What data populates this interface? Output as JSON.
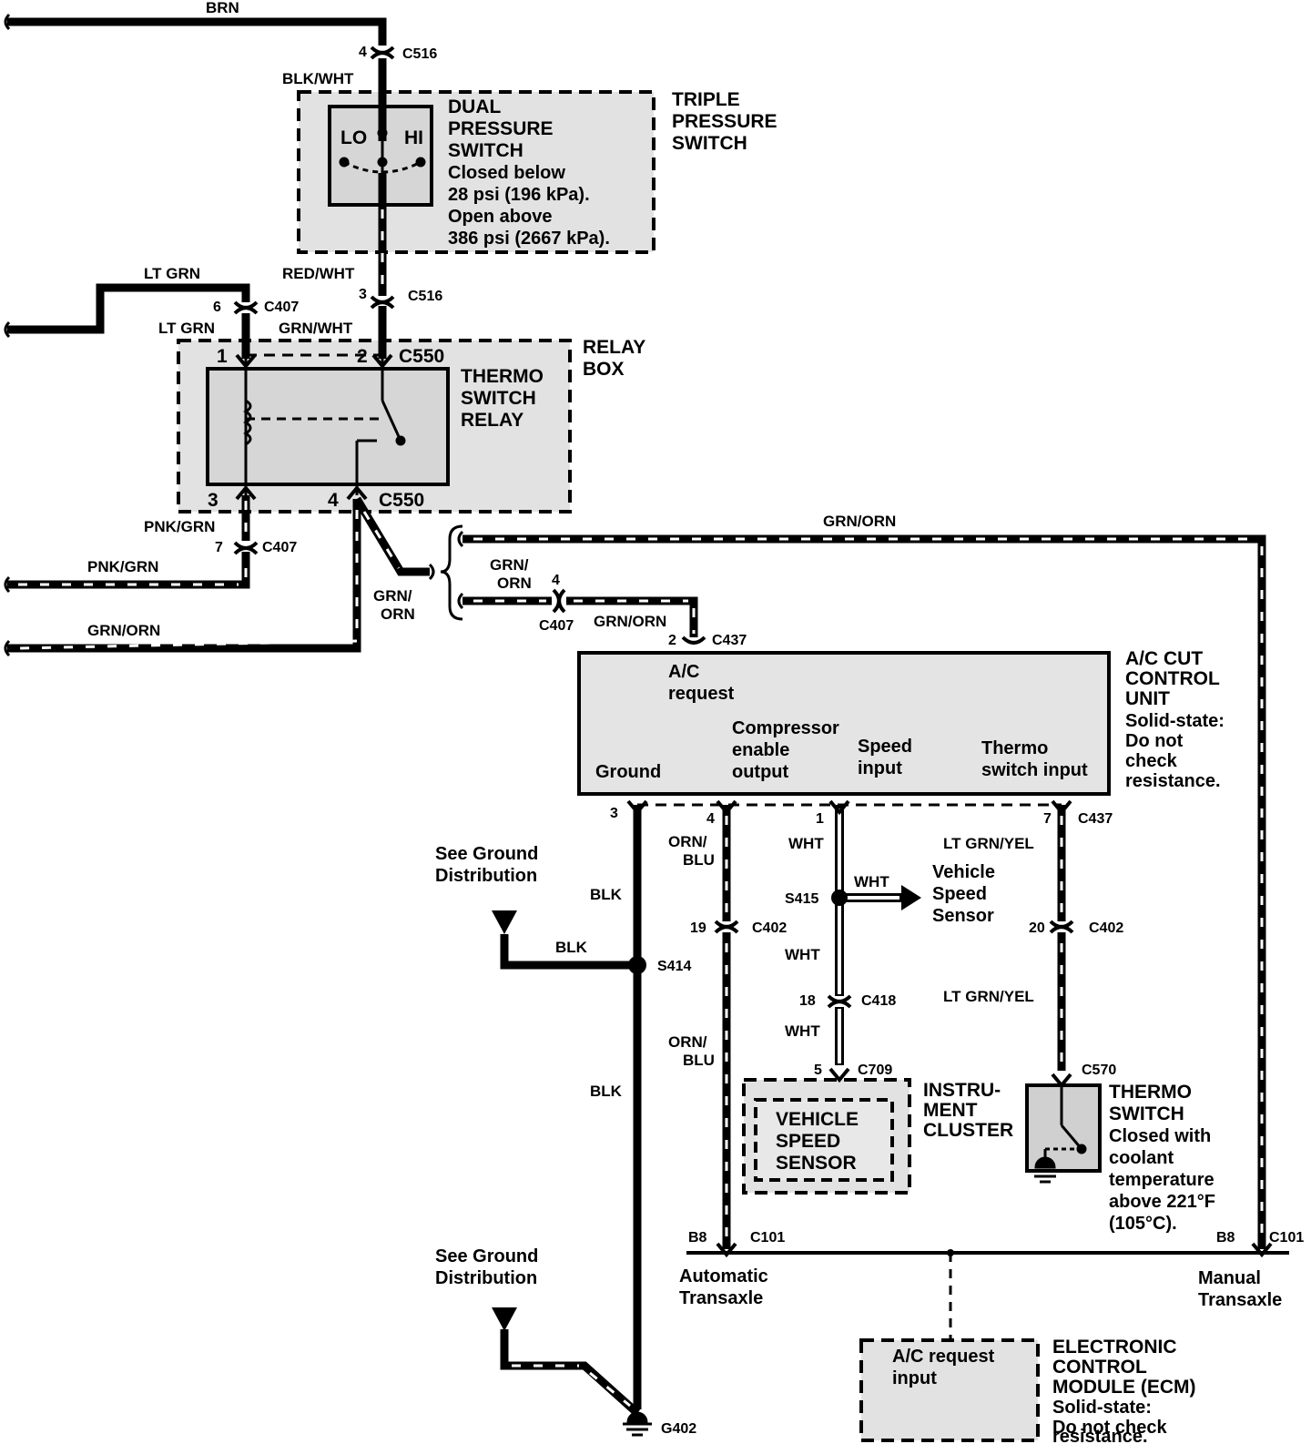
{
  "wires": {
    "brn": "BRN",
    "blk_wht": "BLK/WHT",
    "red_wht": "RED/WHT",
    "lt_grn_1": "LT GRN",
    "lt_grn_2": "LT GRN",
    "grn_wht": "GRN/WHT",
    "pnk_grn_1": "PNK/GRN",
    "pnk_grn_2": "PNK/GRN",
    "grn_orn_left": "GRN/ORN",
    "grn_orn_relay": "GRN/\nORN",
    "grn_orn_relay_a": "GRN/",
    "grn_orn_relay_b": "ORN",
    "grn_orn_top": "GRN/ORN",
    "grn_orn_mid_a": "GRN/",
    "grn_orn_mid_b": "ORN",
    "grn_orn_c437": "GRN/ORN",
    "blk_1": "BLK",
    "blk_2": "BLK",
    "blk_3": "BLK",
    "orn_blu_1a": "ORN/",
    "orn_blu_1b": "BLU",
    "orn_blu_2a": "ORN/",
    "orn_blu_2b": "BLU",
    "wht_1": "WHT",
    "wht_2": "WHT",
    "wht_3": "WHT",
    "wht_4": "WHT",
    "lt_grn_yel_1": "LT GRN/YEL",
    "lt_grn_yel_2": "LT GRN/YEL"
  },
  "connectors": {
    "c516_top": "C516",
    "c516_top_pin": "4",
    "c516_bot": "C516",
    "c516_bot_pin": "3",
    "c407_top": "C407",
    "c407_top_pin": "6",
    "c550_top": "C550",
    "c550_pin1": "1",
    "c550_pin2": "2",
    "c550_bot": "C550",
    "c550_pin3": "3",
    "c550_pin4": "4",
    "c407_bot": "C407",
    "c407_bot_pin": "7",
    "c407_mid": "C407",
    "c407_mid_pin": "4",
    "c437_top": "C437",
    "c437_top_pin": "2",
    "c437_pin3": "3",
    "c437_pin4": "4",
    "c437_pin1": "1",
    "c437_pin7": "7",
    "c437_bot": "C437",
    "s415": "S415",
    "s414": "S414",
    "c402_a": "C402",
    "c402_a_pin": "19",
    "c402_b": "C402",
    "c402_b_pin": "20",
    "c418": "C418",
    "c418_pin": "18",
    "c709": "C709",
    "c709_pin": "5",
    "c570": "C570",
    "c101_a": "C101",
    "c101_a_pin": "B8",
    "c101_b": "C101",
    "c101_b_pin": "B8",
    "g402": "G402"
  },
  "components": {
    "dual_switch": {
      "lines": [
        "DUAL",
        "PRESSURE",
        "SWITCH",
        "Closed below",
        "28 psi (196 kPa).",
        "Open above",
        "386 psi (2667 kPa)."
      ],
      "lo": "LO",
      "hi": "HI"
    },
    "triple_switch": [
      "TRIPLE",
      "PRESSURE",
      "SWITCH"
    ],
    "relay_box": [
      "RELAY",
      "BOX"
    ],
    "thermo_relay": [
      "THERMO",
      "SWITCH",
      "RELAY"
    ],
    "ac_cut": {
      "title": [
        "A/C CUT",
        "CONTROL",
        "UNIT"
      ],
      "note": [
        "Solid-state:",
        "Do not",
        "check",
        "resistance."
      ],
      "ac_request": [
        "A/C",
        "request"
      ],
      "compressor": [
        "Compressor",
        "enable",
        "output"
      ],
      "ground": "Ground",
      "speed": [
        "Speed",
        "input"
      ],
      "thermo": [
        "Thermo",
        "switch input"
      ]
    },
    "vss_label": [
      "Vehicle",
      "Speed",
      "Sensor"
    ],
    "vss_box": [
      "VEHICLE",
      "SPEED",
      "SENSOR"
    ],
    "instrument": [
      "INSTRU-",
      "MENT",
      "CLUSTER"
    ],
    "thermo_switch": [
      "THERMO",
      "SWITCH",
      "Closed with",
      "coolant",
      "temperature",
      "above 221°F",
      "(105°C)."
    ],
    "ground_dist_1": [
      "See Ground",
      "Distribution"
    ],
    "ground_dist_2": [
      "See Ground",
      "Distribution"
    ],
    "auto_trans": [
      "Automatic",
      "Transaxle"
    ],
    "manual_trans": [
      "Manual",
      "Transaxle"
    ],
    "ecm": {
      "title": [
        "ELECTRONIC",
        "CONTROL",
        "MODULE (ECM)"
      ],
      "note": [
        "Solid-state:",
        "Do not check",
        "resistance."
      ],
      "input": [
        "A/C request",
        "input"
      ]
    }
  }
}
